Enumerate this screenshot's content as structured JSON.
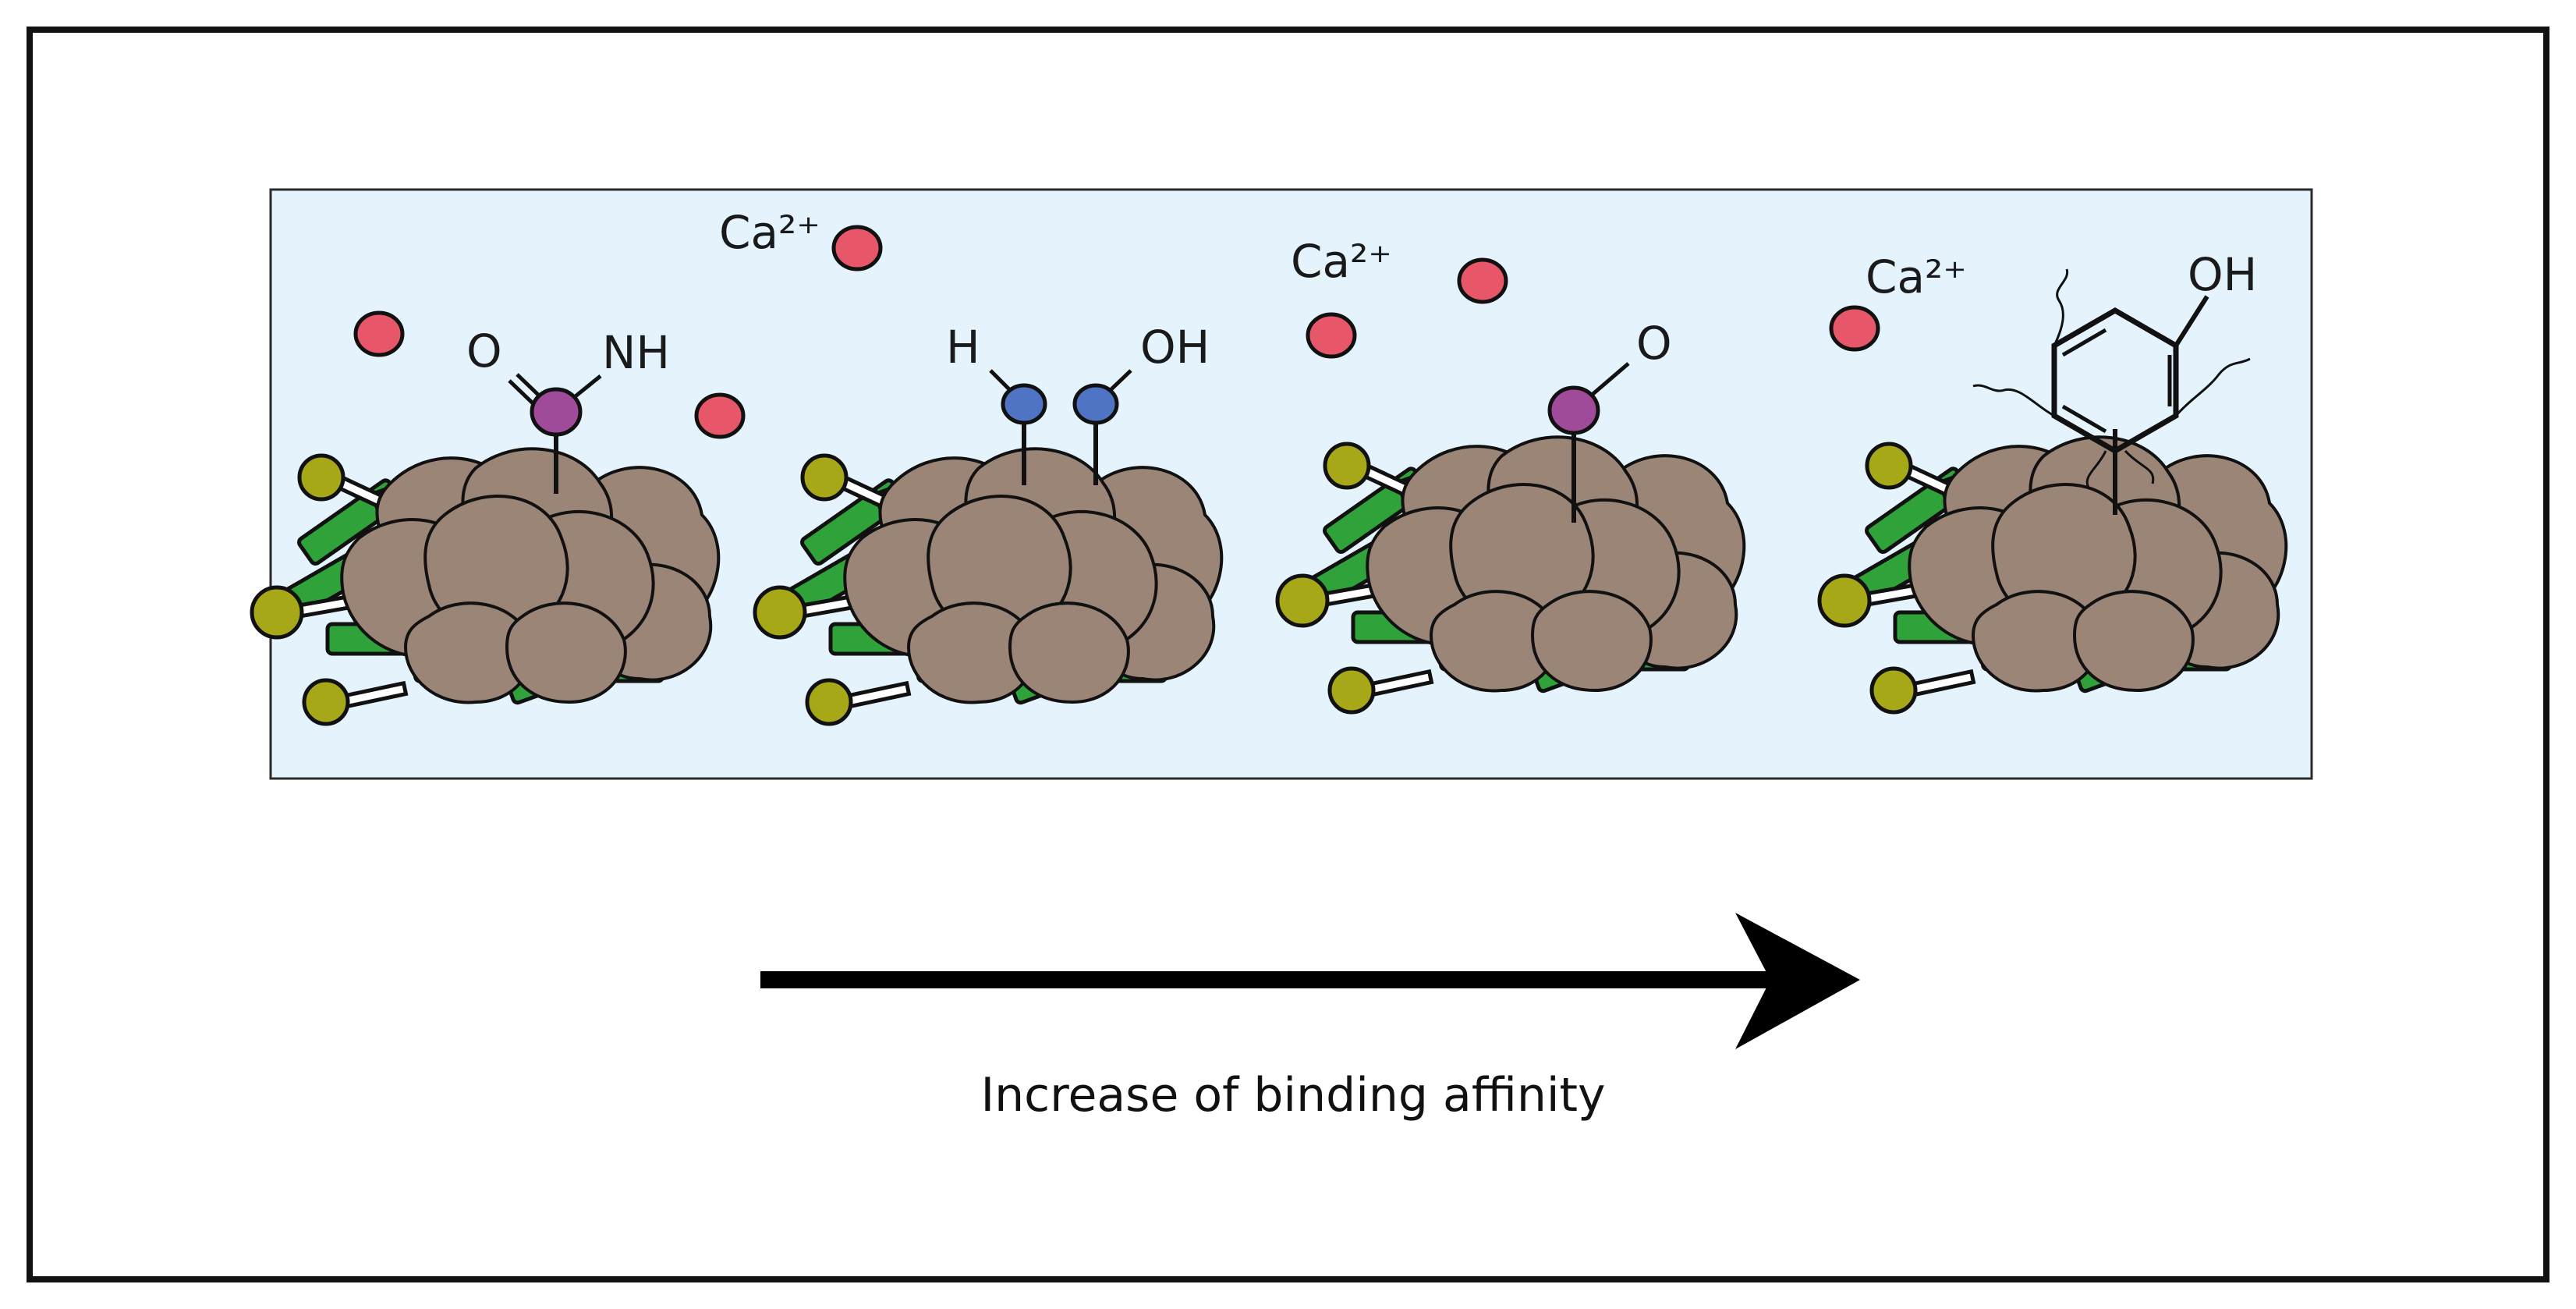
{
  "colors": {
    "frame": "#111111",
    "panel_fill": "#e4f3fc",
    "panel_stroke": "#2a2a2a",
    "calcium_ion": "#e8566a",
    "purple_atom": "#a04a9a",
    "blue_atom": "#4f74c4",
    "protein_body": "#9a8577",
    "green_segment": "#2fa33a",
    "headgroup": "#a6a818",
    "arrow": "#000000"
  },
  "calcium_labels": {
    "label_2": "Ca²⁺",
    "label_3": "Ca²⁺",
    "label_4": "Ca²⁺"
  },
  "groups": {
    "amide": {
      "o": "O",
      "nh": "NH"
    },
    "hydroxyl": {
      "h": "H",
      "oh": "OH"
    },
    "carbonyl": {
      "o": "O"
    },
    "phenol": {
      "oh": "OH"
    }
  },
  "caption": "Increase of binding affinity",
  "icons": [
    "calcium-ion",
    "protein-aggregate",
    "right-arrow"
  ]
}
